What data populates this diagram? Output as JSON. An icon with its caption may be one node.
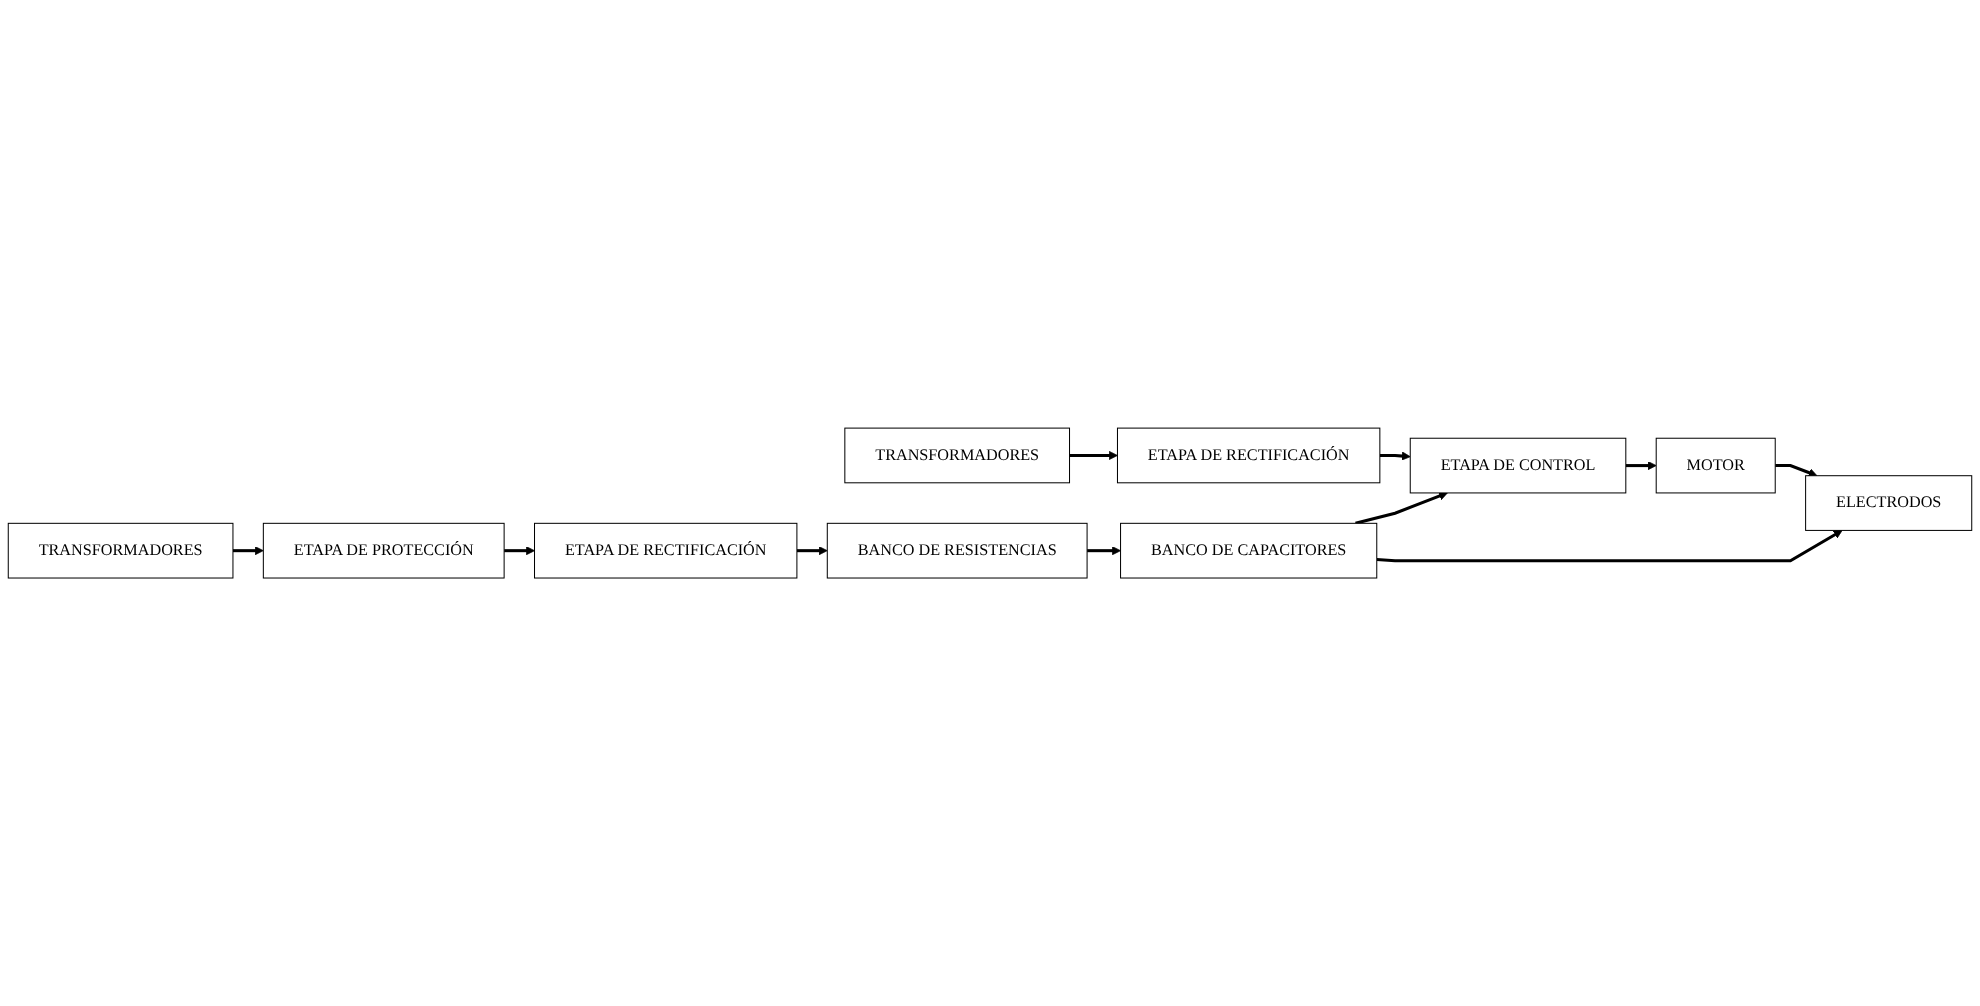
{
  "diagram": {
    "nodes": [
      {
        "text": [
          "TRANSFORMADORES"
        ]
      },
      {
        "text": [
          "ETAPA DE RECTIFICACIÓN"
        ]
      },
      {
        "text": [
          "ETAPA DE CONTROL"
        ]
      },
      {
        "text": [
          "MOTOR"
        ]
      },
      {
        "text": [
          "TRANSFORMADORES"
        ]
      },
      {
        "text": [
          "ETAPA DE PROTECCIÓN"
        ]
      },
      {
        "text": [
          "ETAPA DE RECTIFICACIÓN"
        ]
      },
      {
        "text": [
          "BANCO DE RESISTENCIAS"
        ]
      },
      {
        "text": [
          "BANCO DE CAPACITORES"
        ]
      },
      {
        "text": [
          "ELECTRODOS"
        ]
      }
    ],
    "edges": [
      {
        "from": 0,
        "to": 1,
        "arrow": "to"
      },
      {
        "from": 1,
        "to": 2,
        "arrow": "to"
      },
      {
        "from": 2,
        "to": 3,
        "arrow": "to"
      },
      {
        "from": 4,
        "to": 5,
        "arrow": "to"
      },
      {
        "from": 5,
        "to": 6,
        "arrow": "to"
      },
      {
        "from": 6,
        "to": 7,
        "arrow": "to"
      },
      {
        "from": 7,
        "to": 8,
        "arrow": "to"
      },
      {
        "from": 8,
        "to": 2,
        "arrow": "to"
      },
      {
        "from": 3,
        "to": 9,
        "arrow": "to"
      },
      {
        "from": 8,
        "to": 9,
        "arrow": "to"
      }
    ]
  }
}
